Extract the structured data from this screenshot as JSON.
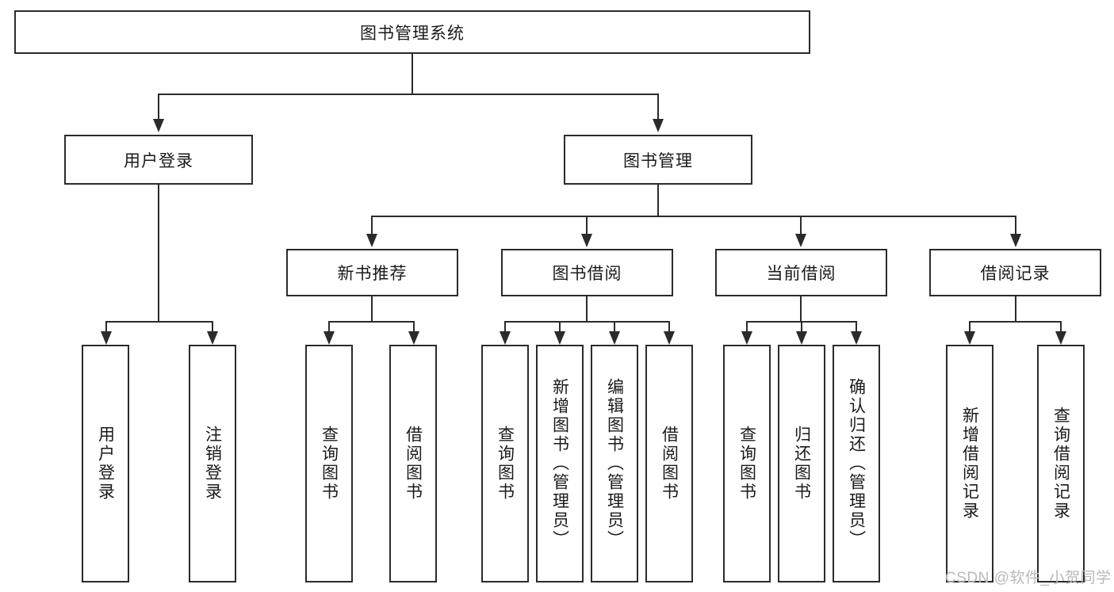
{
  "diagram": {
    "type": "tree-hierarchy-chart",
    "title": "图书管理系统",
    "root": {
      "label": "图书管理系统"
    },
    "level1": [
      {
        "label": "用户登录"
      },
      {
        "label": "图书管理"
      }
    ],
    "level2": [
      {
        "label": "新书推荐"
      },
      {
        "label": "图书借阅"
      },
      {
        "label": "当前借阅"
      },
      {
        "label": "借阅记录"
      }
    ],
    "leaves": [
      {
        "label": "用户登录",
        "parent": "用户登录"
      },
      {
        "label": "注销登录",
        "parent": "用户登录"
      },
      {
        "label": "查询图书",
        "parent": "新书推荐"
      },
      {
        "label": "借阅图书",
        "parent": "新书推荐"
      },
      {
        "label": "查询图书",
        "parent": "图书借阅"
      },
      {
        "label": "新增图书（管理员）",
        "parent": "图书借阅"
      },
      {
        "label": "编辑图书（管理员）",
        "parent": "图书借阅"
      },
      {
        "label": "借阅图书",
        "parent": "图书借阅"
      },
      {
        "label": "查询图书",
        "parent": "当前借阅"
      },
      {
        "label": "归还图书",
        "parent": "当前借阅"
      },
      {
        "label": "确认归还（管理员）",
        "parent": "当前借阅"
      },
      {
        "label": "新增借阅记录",
        "parent": "借阅记录"
      },
      {
        "label": "查询借阅记录",
        "parent": "借阅记录"
      }
    ]
  },
  "watermark": {
    "text": "CSDN @软件_小贺同学"
  },
  "colors": {
    "line": "#2b2b2b",
    "box_fill": "#ffffff",
    "text": "#1a1a1a",
    "watermark": "#b9b9b9",
    "background": "#ffffff"
  }
}
